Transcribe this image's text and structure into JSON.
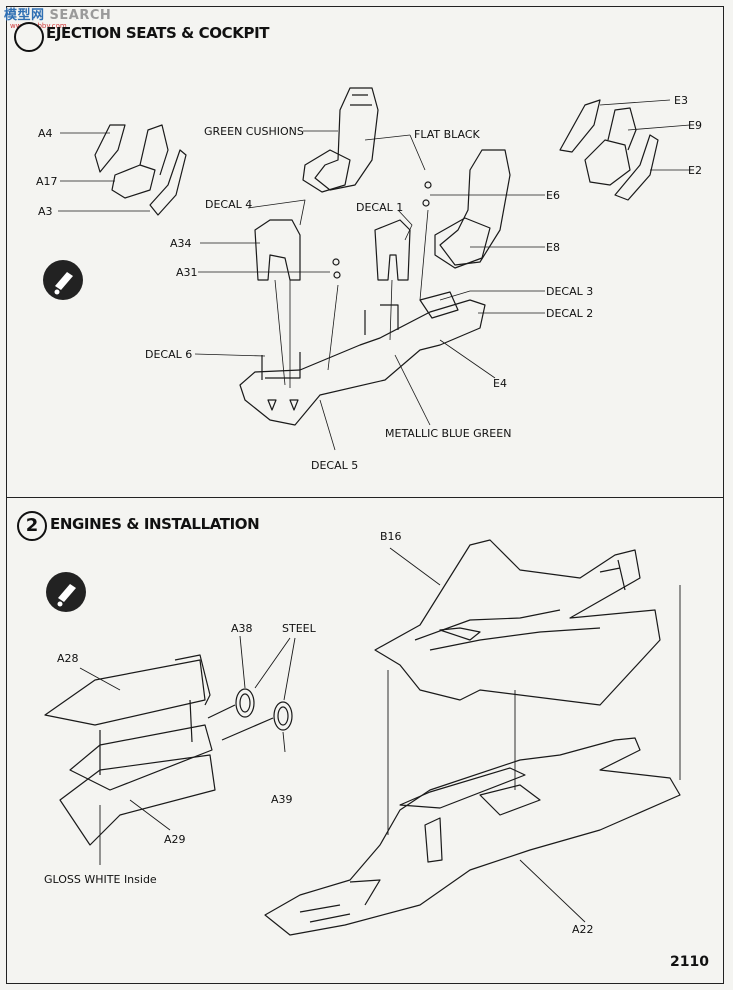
{
  "watermark": {
    "brand": "模型网",
    "search": "SEARCH",
    "url": "www.hobby.com"
  },
  "step1": {
    "number": "",
    "title": "EJECTION SEATS & COCKPIT"
  },
  "step2": {
    "number": "2",
    "title": "ENGINES & INSTALLATION"
  },
  "labels1": {
    "a4": "A4",
    "a17": "A17",
    "a3": "A3",
    "green_cushions": "GREEN CUSHIONS",
    "flat_black": "FLAT BLACK",
    "e3": "E3",
    "e9": "E9",
    "e2": "E2",
    "e6": "E6",
    "e8": "E8",
    "decal4": "DECAL 4",
    "decal1": "DECAL 1",
    "a34": "A34",
    "a31": "A31",
    "decal3": "DECAL 3",
    "decal2": "DECAL 2",
    "decal6": "DECAL 6",
    "e4": "E4",
    "metallic": "METALLIC BLUE GREEN",
    "decal5": "DECAL 5"
  },
  "labels2": {
    "b16": "B16",
    "a38": "A38",
    "steel": "STEEL",
    "a28": "A28",
    "a39": "A39",
    "a29": "A29",
    "gloss": "GLOSS WHITE Inside",
    "a22": "A22"
  },
  "page_number": "2110"
}
